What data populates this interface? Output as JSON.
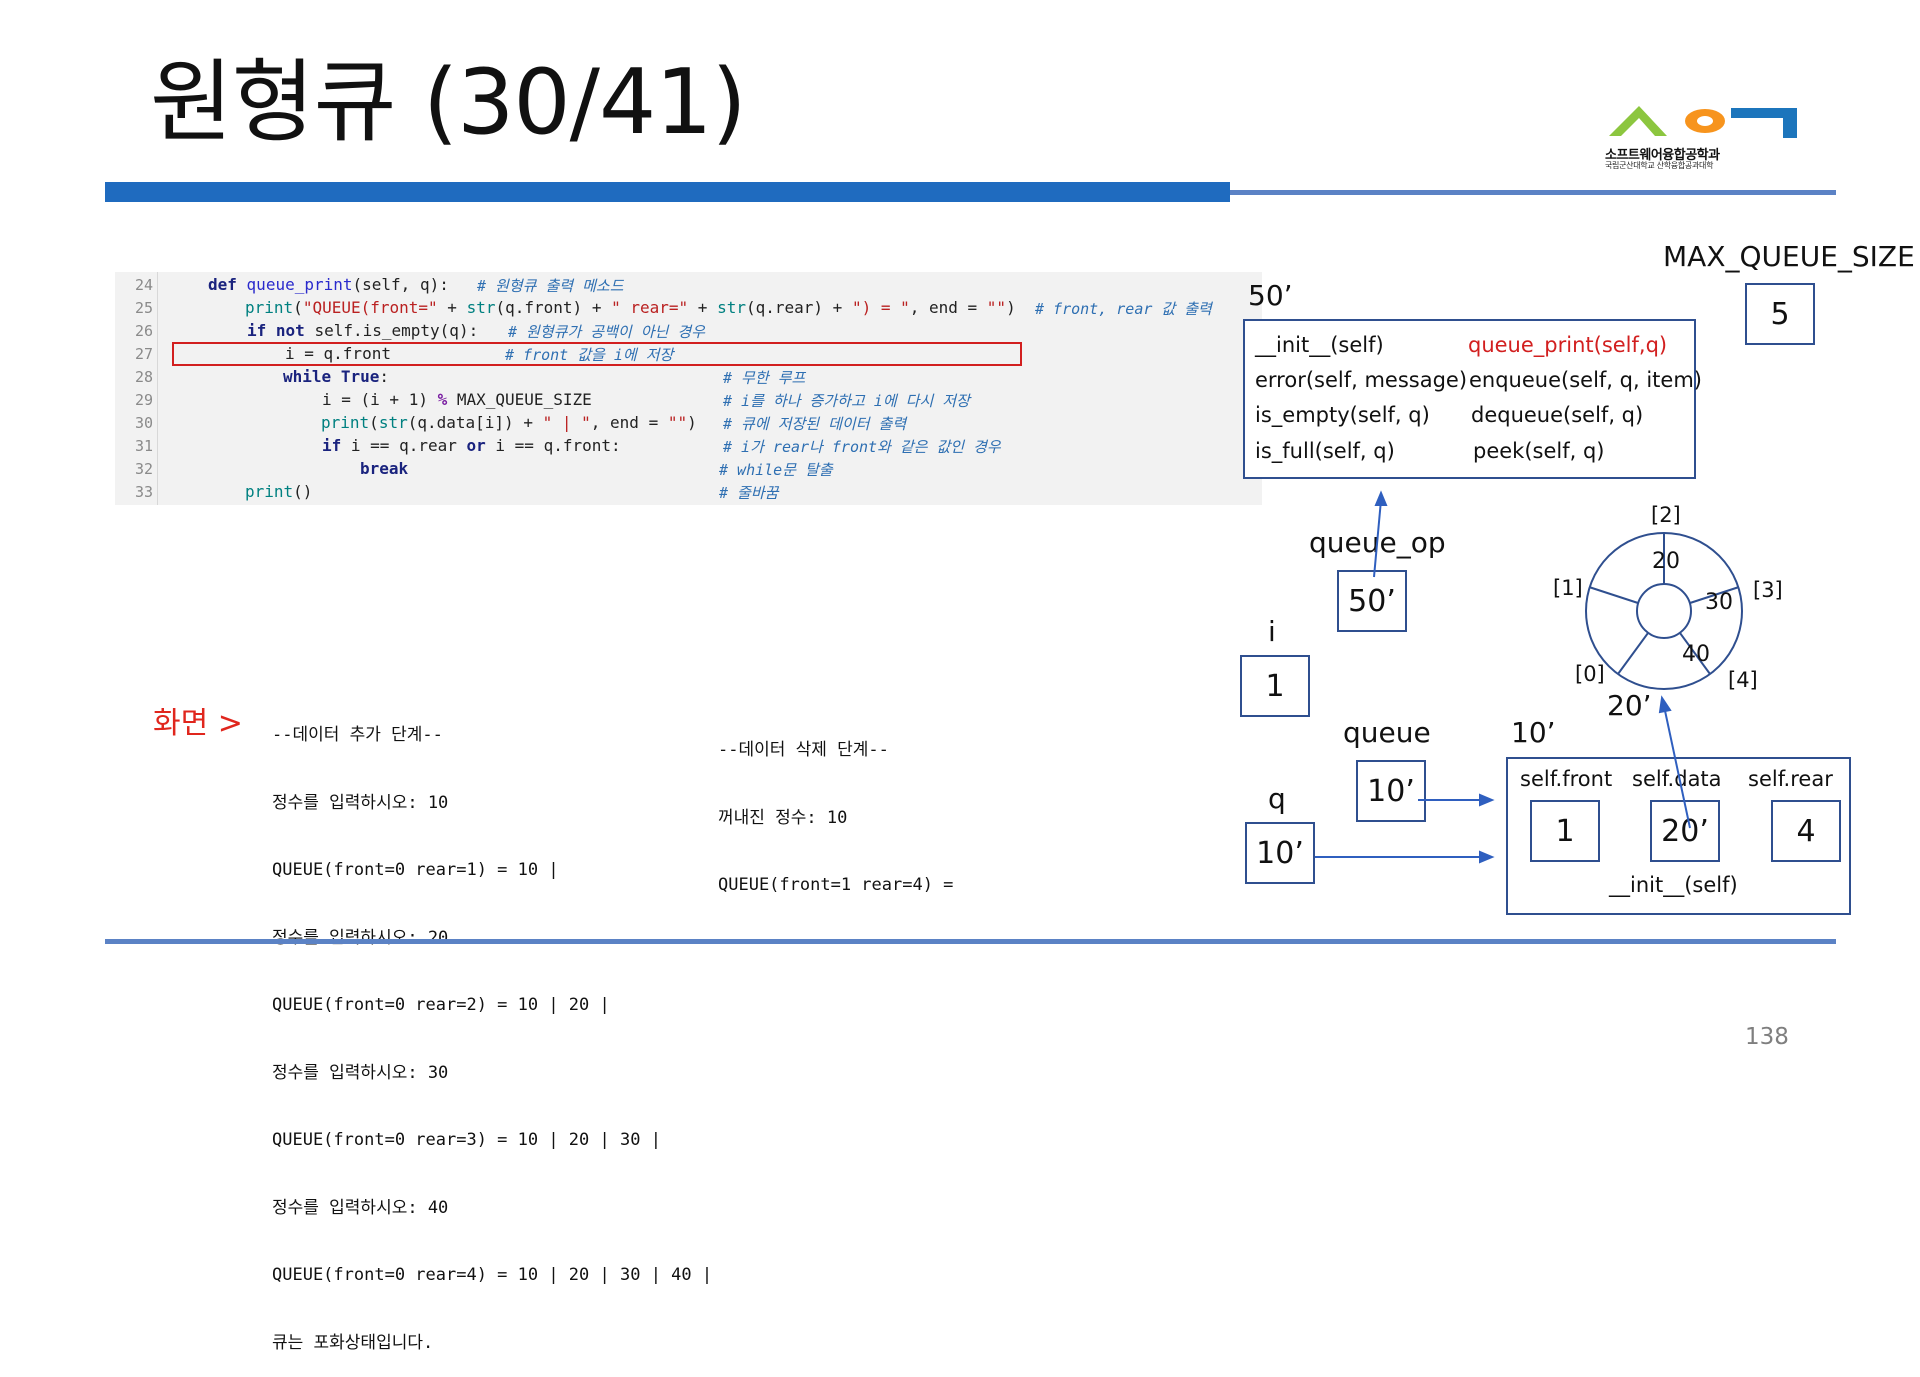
{
  "title": "원형큐 (30/41)",
  "logo": {
    "line1": "소프트웨어융합공학과",
    "line2": "국립군산대학교 산학융합공과대학"
  },
  "code": {
    "lines": [
      {
        "num": "24",
        "comment": "# 원형큐 출력 메소드"
      },
      {
        "num": "25",
        "comment": "# front, rear 값 출력"
      },
      {
        "num": "26",
        "comment": "# 원형큐가 공백이 아닌 경우"
      },
      {
        "num": "27",
        "comment": "# front 값을 i에 저장"
      },
      {
        "num": "28",
        "comment": "# 무한 루프"
      },
      {
        "num": "29",
        "comment": "# i를 하나 증가하고 i에 다시 저장"
      },
      {
        "num": "30",
        "comment": "# 큐에 저장된 데이터 출력"
      },
      {
        "num": "31",
        "comment": "# i가 rear나 front와 같은 값인 경우"
      },
      {
        "num": "32",
        "comment": "# while문 탈출"
      },
      {
        "num": "33",
        "comment": "# 줄바꿈"
      }
    ],
    "tokens": {
      "def": "def",
      "queue_print": "queue_print",
      "sig": "(self, q):",
      "print": "print",
      "s25a": "\"QUEUE(front=\"",
      "plus": " + ",
      "str": "str",
      "qfront": "(q.front)",
      "s25b": "\" rear=\"",
      "qrear": "(q.rear)",
      "s25c": "\") = \"",
      "end_kw": ", end = ",
      "empty_str": "\"\"",
      "close": ")",
      "if": "if",
      "not": "not",
      "isempty": " self.is_empty(q):",
      "l27": "i = q.front",
      "while": "while",
      "true": "True",
      "colon": ":",
      "l29a": "i = (i + 1) ",
      "mod": "%",
      "l29b": " MAX_QUEUE_SIZE",
      "qdata": "(q.data[i])",
      "s30": "\" | \"",
      "l31a": " i == q.rear ",
      "or": "or",
      "l31b": " i == q.front:",
      "break": "break",
      "print_empty": "()"
    }
  },
  "screen_label": "화면 >",
  "output_add": [
    "--데이터 추가 단계--",
    "정수를 입력하시오: 10",
    "QUEUE(front=0 rear=1) = 10 |",
    "정수를 입력하시오: 20",
    "QUEUE(front=0 rear=2) = 10 | 20 |",
    "정수를 입력하시오: 30",
    "QUEUE(front=0 rear=3) = 10 | 20 | 30 |",
    "정수를 입력하시오: 40",
    "QUEUE(front=0 rear=4) = 10 | 20 | 30 | 40 |",
    "큐는 포화상태입니다."
  ],
  "output_delete": [
    "--데이터 삭제 단계--",
    "꺼내진 정수: 10",
    "QUEUE(front=1 rear=4) ="
  ],
  "diagram": {
    "max_queue_size_label": "MAX_QUEUE_SIZE",
    "max_queue_size_value": "5",
    "class_addr": "50’",
    "methods": {
      "init": "__init__(self)",
      "queue_print": "queue_print(self,q)",
      "error": "error(self, message)",
      "enqueue": "enqueue(self, q, item)",
      "is_empty": "is_empty(self, q)",
      "dequeue": "dequeue(self, q)",
      "is_full": "is_full(self, q)",
      "peek": "peek(self, q)"
    },
    "queue_op_label": "queue_op",
    "queue_op_value": "50’",
    "i_label": "i",
    "i_value": "1",
    "q_label": "q",
    "q_value": "10’",
    "queue_label": "queue",
    "queue_value": "10’",
    "obj_addr": "10’",
    "obj_fields": {
      "front_label": "self.front",
      "front_value": "1",
      "data_label": "self.data",
      "data_value": "20’",
      "rear_label": "self.rear",
      "rear_value": "4",
      "init_label": "__init__(self)"
    },
    "circle": {
      "addr": "20’",
      "indices": [
        "[0]",
        "[1]",
        "[2]",
        "[3]",
        "[4]"
      ],
      "values": [
        "20",
        "30",
        "40"
      ]
    }
  },
  "colors": {
    "accent_blue": "#1f6bbf",
    "line_blue": "#5b82c5",
    "highlight_red": "#d21f1f"
  },
  "page_number": "138"
}
